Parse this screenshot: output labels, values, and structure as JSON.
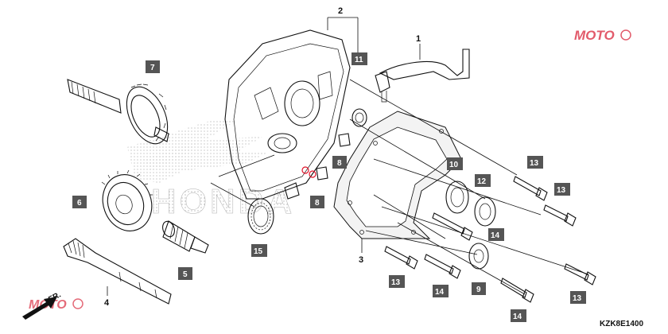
{
  "diagram": {
    "drawing_code": "KZK8E1400",
    "watermark_top": "MOTO",
    "watermark_bottom": "MOTO",
    "direction_label": "FR.",
    "brand_watermark": "HONDA",
    "callouts": [
      {
        "id": "c1",
        "text": "1",
        "boxed": false
      },
      {
        "id": "c2",
        "text": "2",
        "boxed": false
      },
      {
        "id": "c3",
        "text": "3",
        "boxed": false
      },
      {
        "id": "c4",
        "text": "4",
        "boxed": false
      },
      {
        "id": "c5",
        "text": "5",
        "boxed": true
      },
      {
        "id": "c6",
        "text": "6",
        "boxed": true
      },
      {
        "id": "c7",
        "text": "7",
        "boxed": true
      },
      {
        "id": "c8a",
        "text": "8",
        "boxed": true
      },
      {
        "id": "c8b",
        "text": "8",
        "boxed": true
      },
      {
        "id": "c9",
        "text": "9",
        "boxed": true
      },
      {
        "id": "c10",
        "text": "10",
        "boxed": true
      },
      {
        "id": "c11",
        "text": "11",
        "boxed": true
      },
      {
        "id": "c12",
        "text": "12",
        "boxed": true
      },
      {
        "id": "c13a",
        "text": "13",
        "boxed": true
      },
      {
        "id": "c13b",
        "text": "13",
        "boxed": true
      },
      {
        "id": "c13c",
        "text": "13",
        "boxed": true
      },
      {
        "id": "c13d",
        "text": "13",
        "boxed": true
      },
      {
        "id": "c14a",
        "text": "14",
        "boxed": true
      },
      {
        "id": "c14b",
        "text": "14",
        "boxed": true
      },
      {
        "id": "c14c",
        "text": "14",
        "boxed": true
      },
      {
        "id": "c15",
        "text": "15",
        "boxed": true
      }
    ]
  }
}
